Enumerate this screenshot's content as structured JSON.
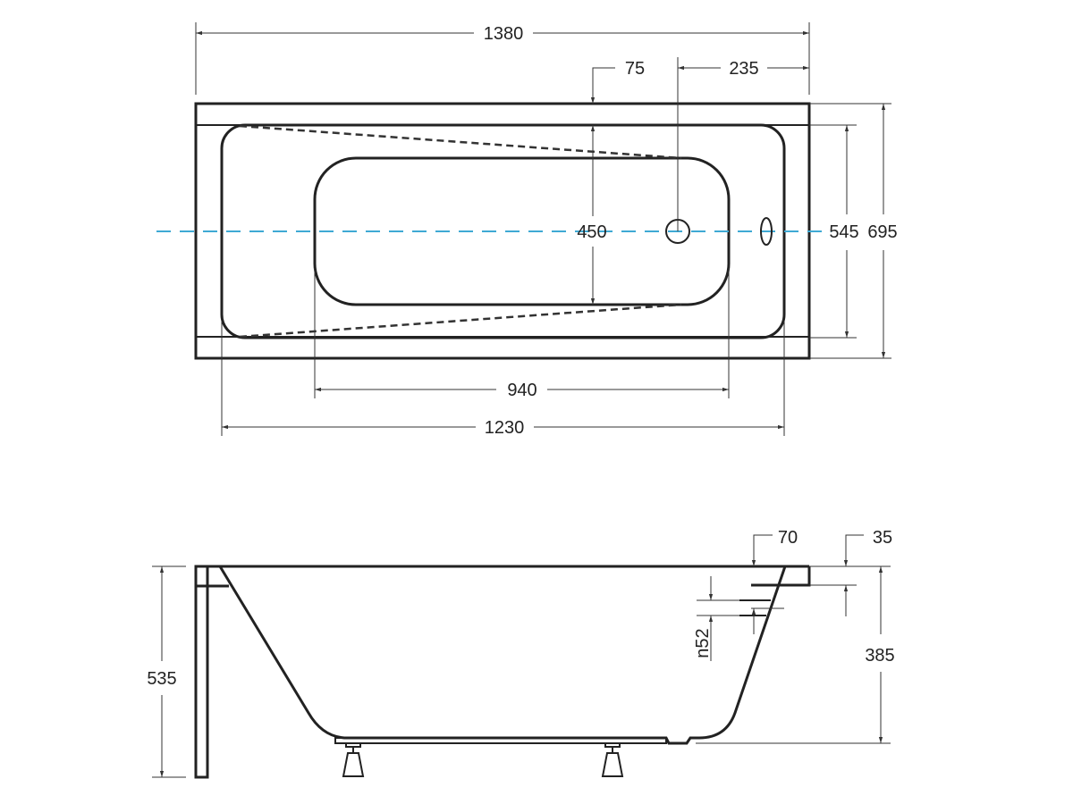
{
  "top_view": {
    "overall_length": "1380",
    "drain_offset": "75",
    "drain_from_end": "235",
    "basin_width": "450",
    "rim_inner_width": "545",
    "overall_width": "695",
    "basin_length": "940",
    "rim_inner_length": "1230",
    "centerline_color": "#3fa9d4"
  },
  "side_view": {
    "overall_height": "535",
    "tub_depth": "385",
    "rim_width": "70",
    "rim_thickness": "35",
    "overflow_height": "n52"
  }
}
